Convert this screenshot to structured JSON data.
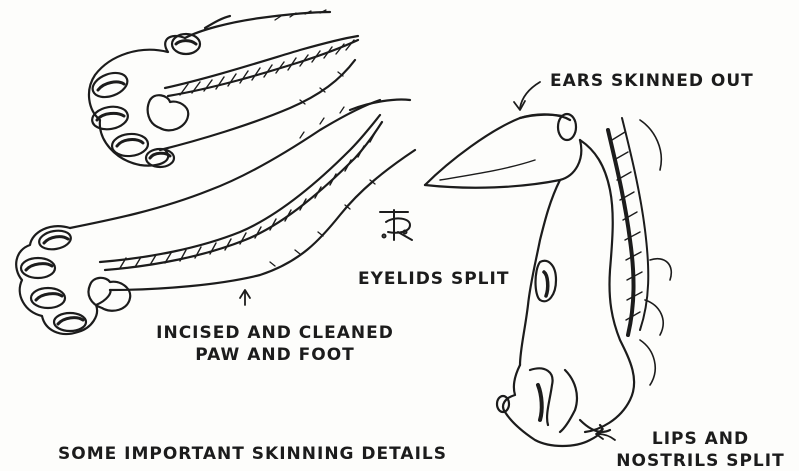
{
  "labels": {
    "ears": "EARS SKINNED OUT",
    "eyelids": "EYELIDS SPLIT",
    "paw_line1": "INCISED AND CLEANED",
    "paw_line2": "PAW AND FOOT",
    "lips_line1": "LIPS AND",
    "lips_line2": "NOSTRILS SPLIT",
    "caption": "SOME IMPORTANT SKINNING DETAILS"
  },
  "colors": {
    "ink": "#1c1c1c",
    "paper": "#fdfdfb"
  }
}
